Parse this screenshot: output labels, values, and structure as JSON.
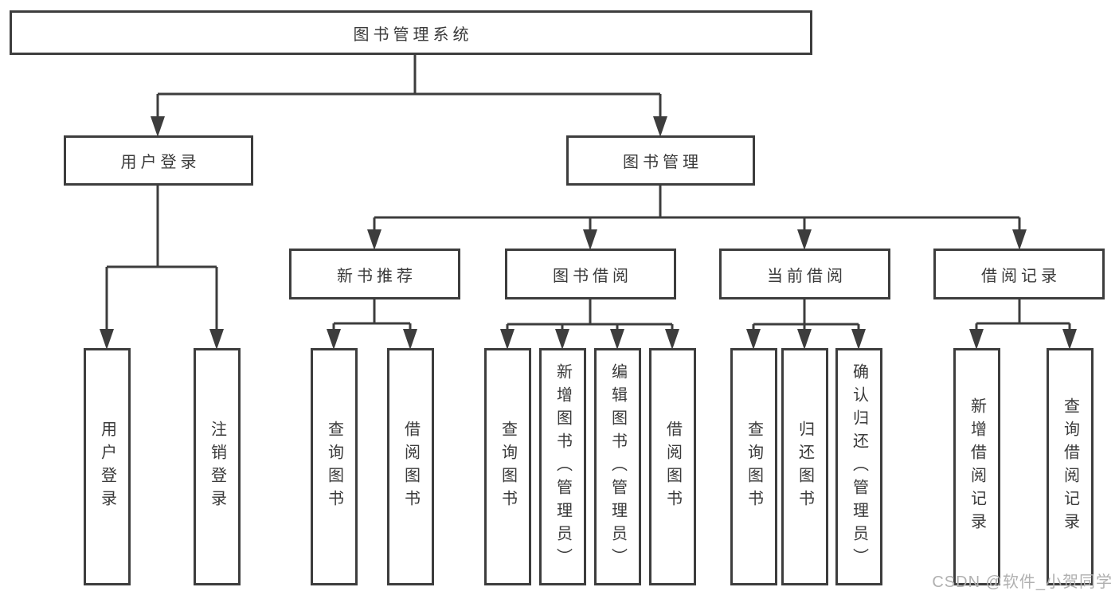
{
  "colors": {
    "line": "#3d3d3d",
    "text": "#3a3a3a",
    "watermark": "#b0b0b0",
    "background": "#ffffff"
  },
  "watermark": "CSDN @软件_小贺同学",
  "nodes": {
    "root": "图书管理系统",
    "user_login": {
      "label": "用户登录",
      "children": [
        "用户登录",
        "注销登录"
      ]
    },
    "book_management": {
      "label": "图书管理",
      "sections": [
        {
          "label": "新书推荐",
          "children": [
            "查询图书",
            "借阅图书"
          ]
        },
        {
          "label": "图书借阅",
          "children": [
            "查询图书",
            "新增图书（管理员）",
            "编辑图书（管理员）",
            "借阅图书"
          ]
        },
        {
          "label": "当前借阅",
          "children": [
            "查询图书",
            "归还图书",
            "确认归还（管理员）"
          ]
        },
        {
          "label": "借阅记录",
          "children": [
            "新增借阅记录",
            "查询借阅记录"
          ]
        }
      ]
    }
  }
}
